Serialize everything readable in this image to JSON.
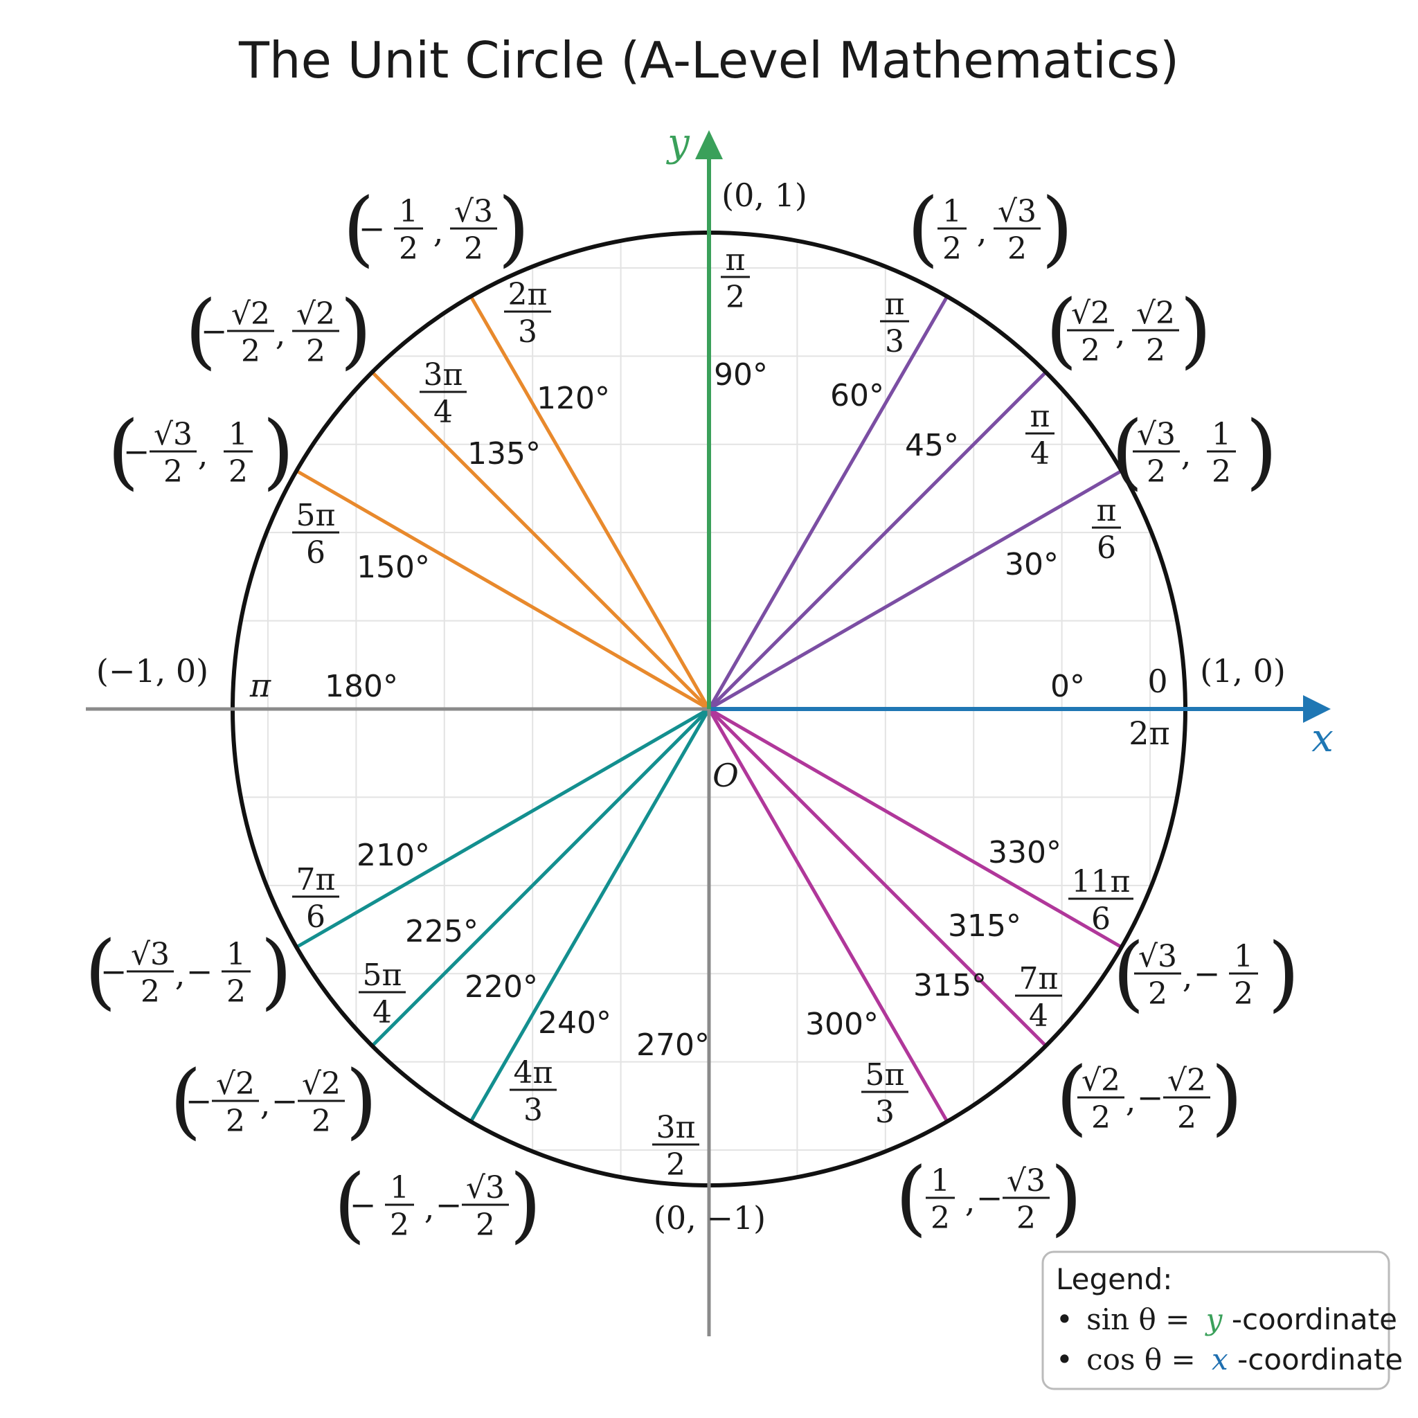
{
  "title": "The Unit Circle (A-Level Mathematics)",
  "axes": {
    "x_label": "x",
    "y_label": "y",
    "origin_label": "O",
    "x_color": "#1f77b4",
    "y_color": "#3aa05a"
  },
  "quadrant_colors": {
    "q1": "#7b4ea3",
    "q2": "#e8892c",
    "q3": "#138f8f",
    "q4": "#b0379a"
  },
  "points": [
    {
      "angle": 0,
      "degree_label": "0°",
      "radian": {
        "plain": "0"
      },
      "radian_alt": "2π",
      "coord": {
        "plain": "(1, 0)"
      }
    },
    {
      "angle": 30,
      "degree_label": "30°",
      "radian": {
        "num": "π",
        "den": "6"
      },
      "coord": {
        "x": {
          "num": "√3",
          "den": "2"
        },
        "y": {
          "num": "1",
          "den": "2"
        }
      }
    },
    {
      "angle": 45,
      "degree_label": "45°",
      "radian": {
        "num": "π",
        "den": "4"
      },
      "coord": {
        "x": {
          "num": "√2",
          "den": "2"
        },
        "y": {
          "num": "√2",
          "den": "2"
        }
      }
    },
    {
      "angle": 60,
      "degree_label": "60°",
      "radian": {
        "num": "π",
        "den": "3"
      },
      "coord": {
        "x": {
          "num": "1",
          "den": "2"
        },
        "y": {
          "num": "√3",
          "den": "2"
        }
      }
    },
    {
      "angle": 90,
      "degree_label": "90°",
      "radian": {
        "num": "π",
        "den": "2"
      },
      "coord": {
        "plain": "(0, 1)"
      }
    },
    {
      "angle": 120,
      "degree_label": "120°",
      "radian": {
        "num": "2π",
        "den": "3"
      },
      "coord": {
        "x": {
          "sign": "−",
          "num": "1",
          "den": "2"
        },
        "y": {
          "num": "√3",
          "den": "2"
        }
      }
    },
    {
      "angle": 135,
      "degree_label": "135°",
      "radian": {
        "num": "3π",
        "den": "4"
      },
      "coord": {
        "x": {
          "sign": "−",
          "num": "√2",
          "den": "2"
        },
        "y": {
          "num": "√2",
          "den": "2"
        }
      }
    },
    {
      "angle": 150,
      "degree_label": "150°",
      "radian": {
        "num": "5π",
        "den": "6"
      },
      "coord": {
        "x": {
          "sign": "−",
          "num": "√3",
          "den": "2"
        },
        "y": {
          "num": "1",
          "den": "2"
        }
      }
    },
    {
      "angle": 180,
      "degree_label": "180°",
      "radian": {
        "plain": "π"
      },
      "coord": {
        "plain": "(−1, 0)"
      }
    },
    {
      "angle": 210,
      "degree_label": "210°",
      "radian": {
        "num": "7π",
        "den": "6"
      },
      "coord": {
        "x": {
          "sign": "−",
          "num": "√3",
          "den": "2"
        },
        "y": {
          "sign": "−",
          "num": "1",
          "den": "2"
        }
      }
    },
    {
      "angle": 225,
      "degree_label": "225°",
      "radian": {
        "num": "5π",
        "den": "4"
      },
      "coord": {
        "x": {
          "sign": "−",
          "num": "√2",
          "den": "2"
        },
        "y": {
          "sign": "−",
          "num": "√2",
          "den": "2"
        }
      }
    },
    {
      "angle": 240,
      "degree_label": "240°",
      "radian": {
        "num": "4π",
        "den": "3"
      },
      "coord": {
        "x": {
          "sign": "−",
          "num": "1",
          "den": "2"
        },
        "y": {
          "sign": "−",
          "num": "√3",
          "den": "2"
        }
      }
    },
    {
      "angle": 270,
      "degree_label": "270°",
      "radian": {
        "num": "3π",
        "den": "2"
      },
      "coord": {
        "plain": "(0, −1)"
      }
    },
    {
      "angle": 300,
      "degree_label": "300°",
      "radian": {
        "num": "5π",
        "den": "3"
      },
      "coord": {
        "x": {
          "num": "1",
          "den": "2"
        },
        "y": {
          "sign": "−",
          "num": "√3",
          "den": "2"
        }
      }
    },
    {
      "angle": 315,
      "degree_label": "315°",
      "radian": {
        "num": "7π",
        "den": "4"
      },
      "coord": {
        "x": {
          "num": "√2",
          "den": "2"
        },
        "y": {
          "sign": "−",
          "num": "√2",
          "den": "2"
        }
      }
    },
    {
      "angle": 330,
      "degree_label": "330°",
      "radian": {
        "num": "11π",
        "den": "6"
      },
      "coord": {
        "x": {
          "num": "√3",
          "den": "2"
        },
        "y": {
          "sign": "−",
          "num": "1",
          "den": "2"
        }
      }
    }
  ],
  "extra_degree_labels": [
    "315°",
    "220°"
  ],
  "legend": {
    "title": "Legend:",
    "items": [
      {
        "bullet": "•",
        "lhs": "sin θ =",
        "var": "y",
        "rest": "-coordinate",
        "color": "#3aa05a"
      },
      {
        "bullet": "•",
        "lhs": "cos θ =",
        "var": "x",
        "rest": "-coordinate",
        "color": "#1f6fb0"
      }
    ]
  }
}
